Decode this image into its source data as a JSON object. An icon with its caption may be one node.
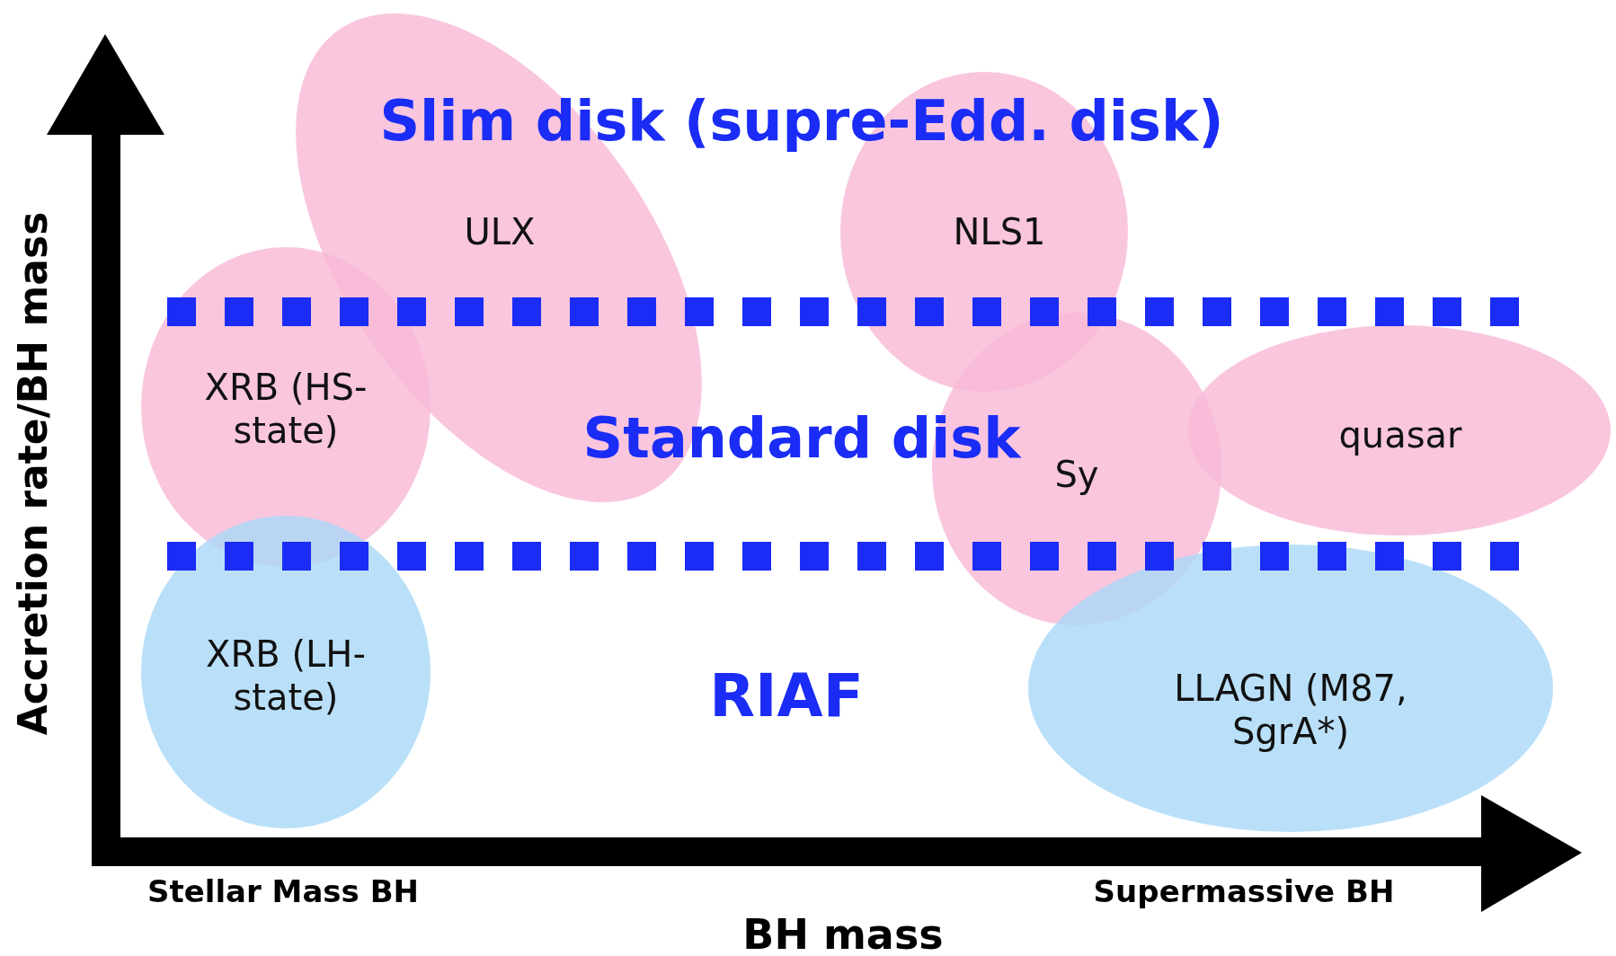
{
  "diagram": {
    "nodes": [
      {
        "text": [
          "ULX"
        ]
      },
      {
        "text": [
          "NLS1"
        ]
      },
      {
        "text": [
          "XRB (HS-state)"
        ]
      },
      {
        "text": [
          "Sy"
        ]
      },
      {
        "text": [
          "quasar"
        ]
      },
      {
        "text": [
          "XRB (LH-state)"
        ]
      },
      {
        "text": [
          "LLAGN (M87, SgrA*)"
        ]
      }
    ],
    "labels": [
      "Slim disk (supre-Edd. disk)",
      "Standard disk",
      "RIAF",
      "Accretion rate/BH mass",
      "Stellar Mass BH",
      "Supermassive BH",
      "BH mass"
    ]
  }
}
